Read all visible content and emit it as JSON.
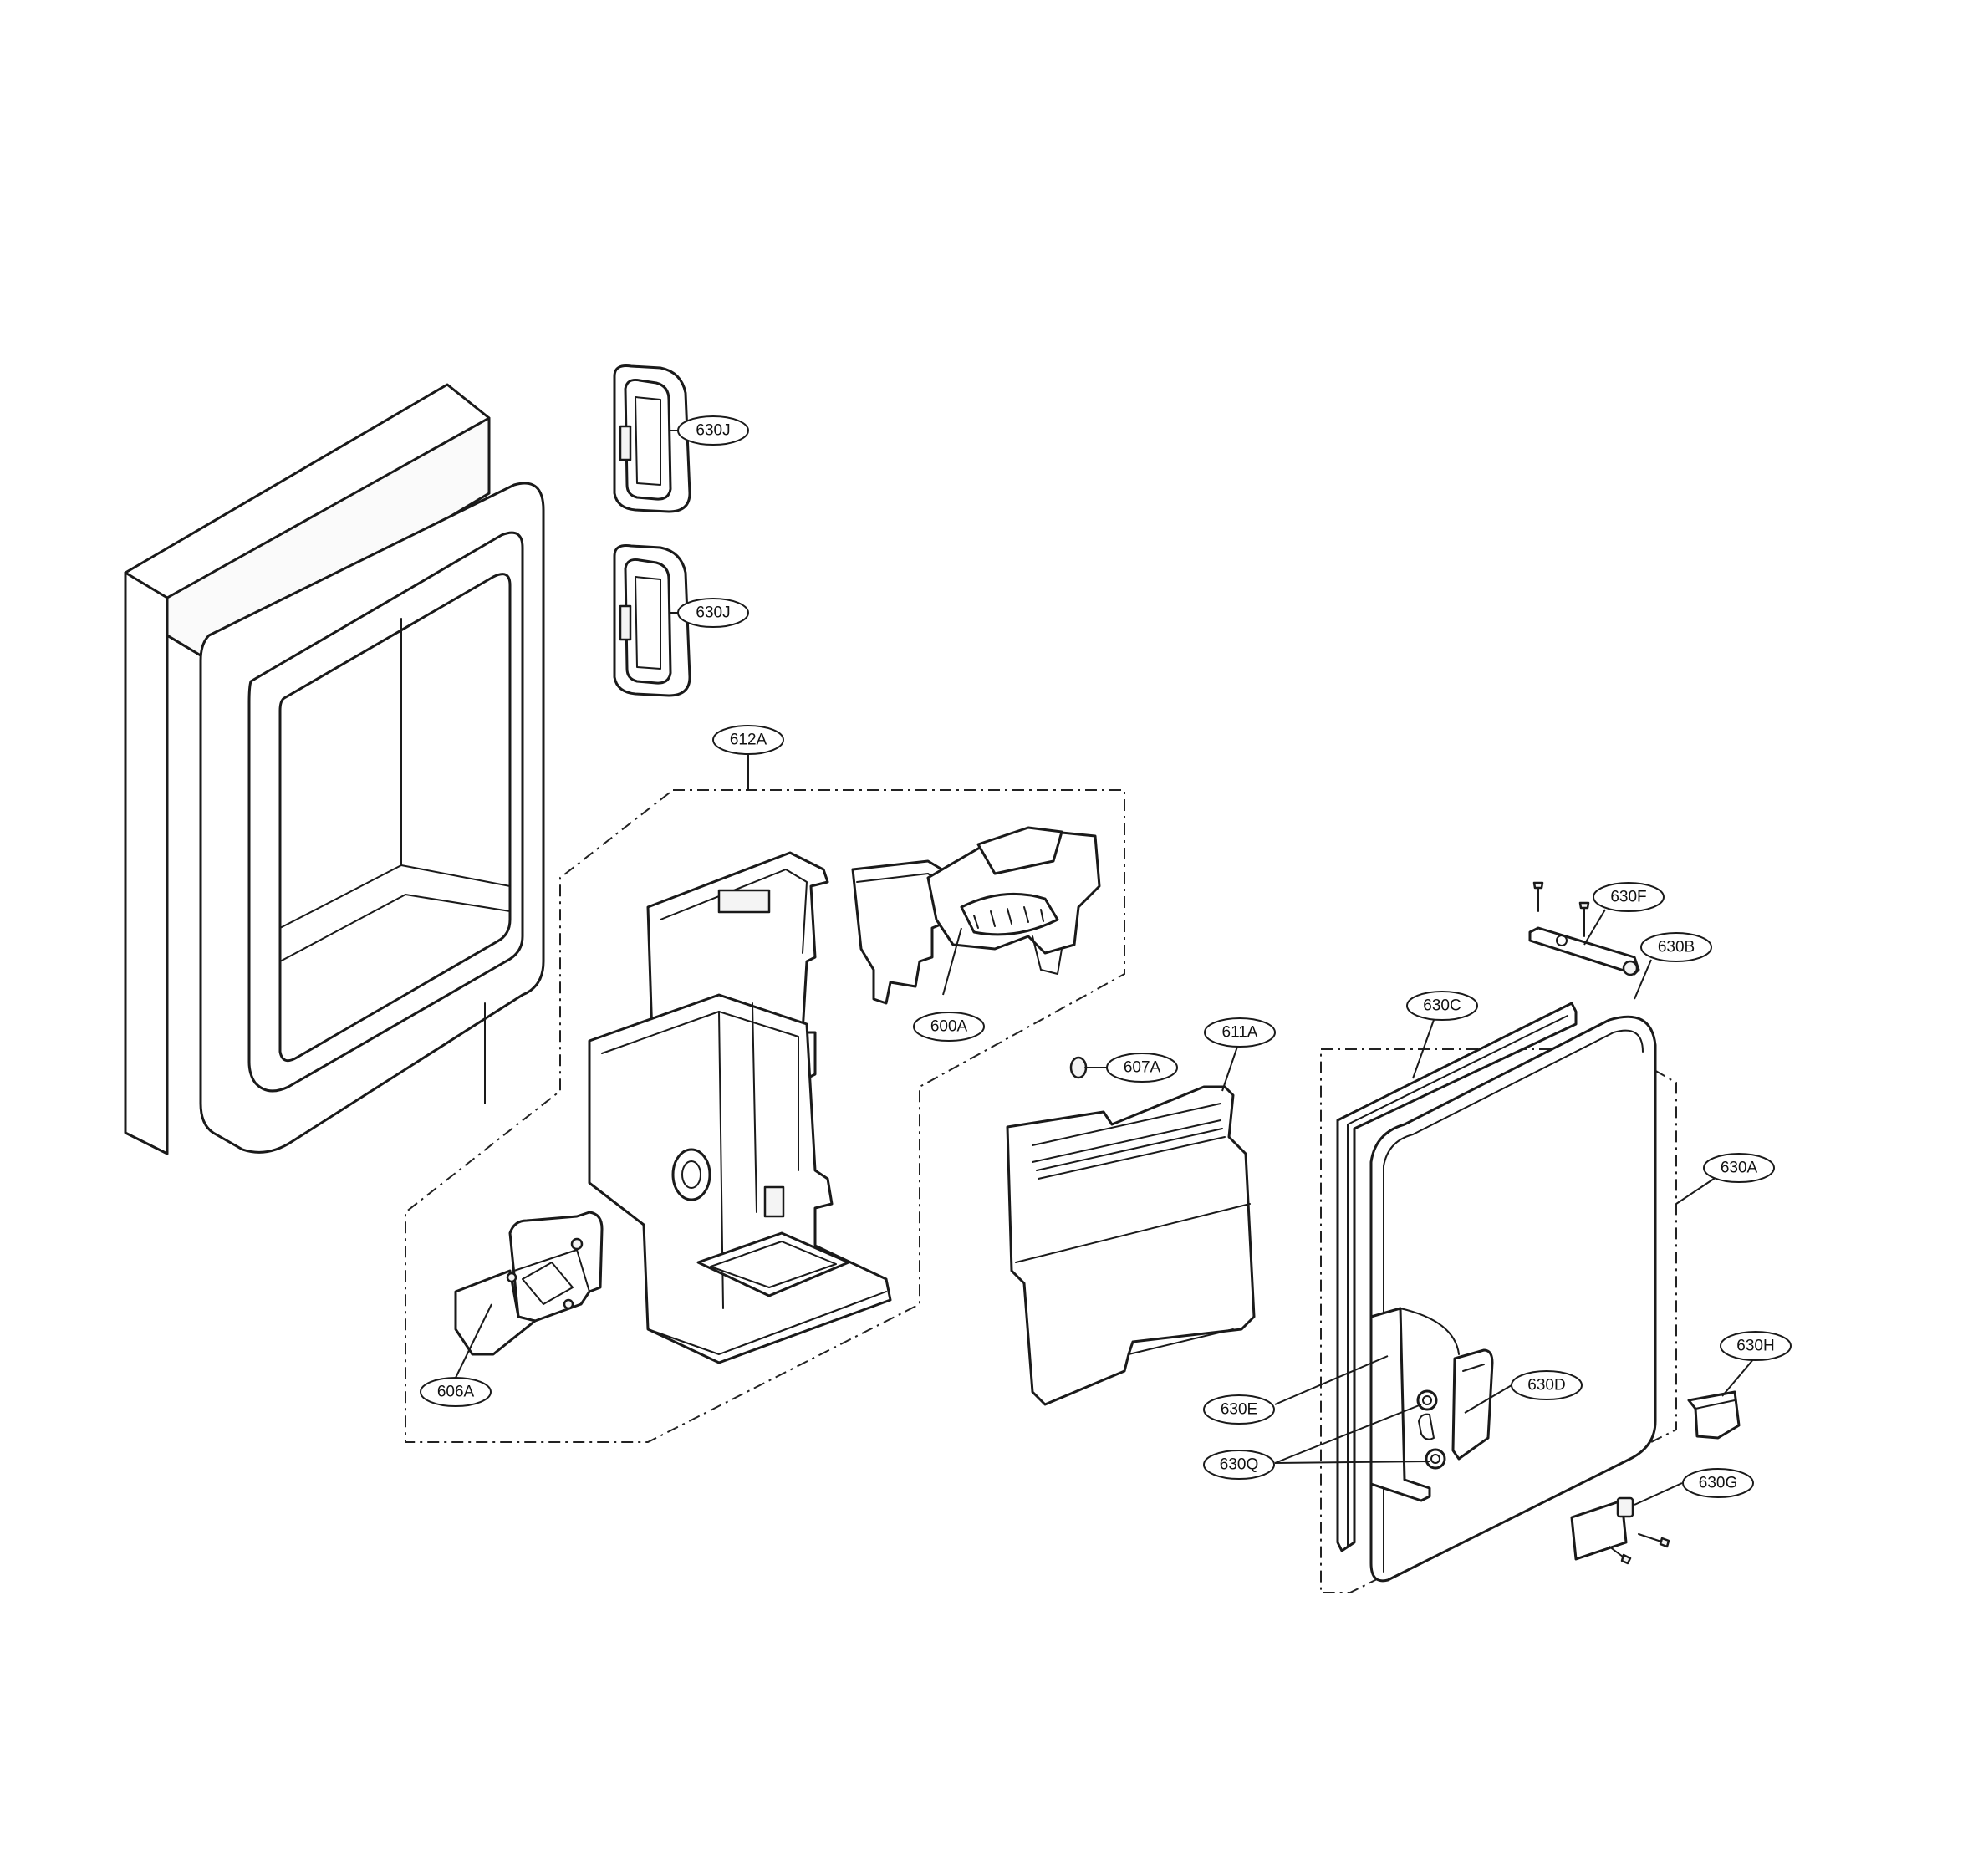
{
  "diagram": {
    "callouts": {
      "c630J_top": "630J",
      "c630J_bottom": "630J",
      "c612A": "612A",
      "c600A": "600A",
      "c607A": "607A",
      "c611A": "611A",
      "c606A": "606A",
      "c630F": "630F",
      "c630B": "630B",
      "c630C": "630C",
      "c630A": "630A",
      "c630H": "630H",
      "c630D": "630D",
      "c630E": "630E",
      "c630Q": "630Q",
      "c630G": "630G"
    }
  }
}
